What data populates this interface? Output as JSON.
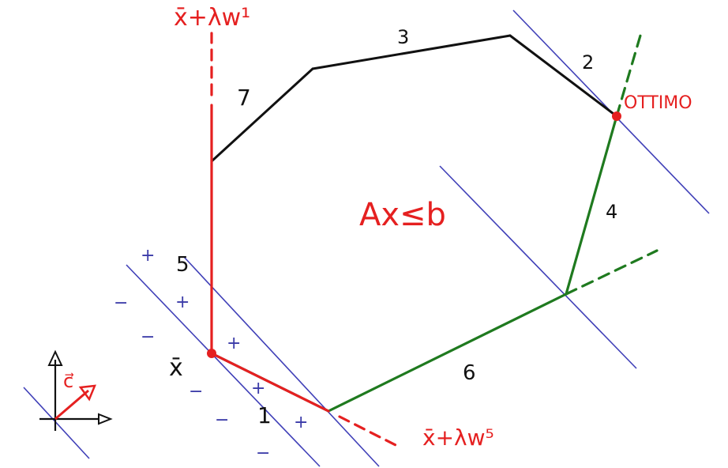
{
  "colors": {
    "red": "#e52020",
    "green": "#1f7a1f",
    "blue": "#4040b8",
    "black": "#111111"
  },
  "labels": {
    "ray_w1": "x̄+λw¹",
    "ray_w5": "x̄+λw⁵",
    "optimum": "OTTIMO",
    "region": "Ax≤b",
    "x_bar": "x̄",
    "c_vector": "c⃗",
    "edge_1": "1",
    "edge_2": "2",
    "edge_3": "3",
    "edge_4": "4",
    "edge_5": "5",
    "edge_6": "6",
    "edge_7": "7",
    "plus_sign": "+",
    "minus_sign": "−"
  }
}
